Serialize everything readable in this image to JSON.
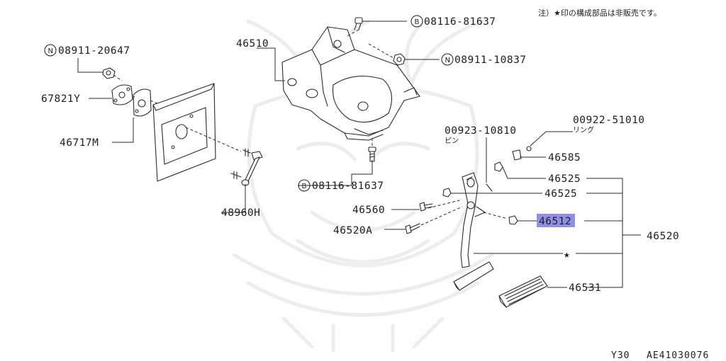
{
  "note": "注）★印の構成部品は非販売です。",
  "footer": {
    "model": "Y30",
    "figure_code": "AE41030076"
  },
  "labels": {
    "bolt_top": "08116-81637",
    "bolt_bottom": "08116-81637",
    "nut_right": "08911-10837",
    "nut_left": "08911-20647",
    "bracket": "46510",
    "gasket": "67821Y",
    "plate": "46717M",
    "rod": "48960H",
    "pin": "00923-10810",
    "pin_sub": "ピン",
    "ring": "00922-51010",
    "ring_sub": "リング",
    "p46585": "46585",
    "bushing_1": "46525",
    "bushing_2": "46525",
    "bolt_46560": "46560",
    "bolt_46520A": "46520A",
    "stopper": "46512",
    "assembly": "46520",
    "pad": "46531",
    "star": "★"
  },
  "badges": {
    "b": "B",
    "n": "N"
  },
  "highlight_color": "#8f8fe6"
}
